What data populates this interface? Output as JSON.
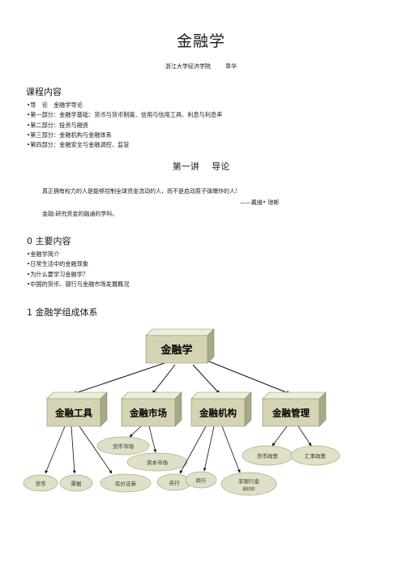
{
  "doc": {
    "title": "金融学",
    "author_school": "浙江大学经济学院",
    "author_name": "章华"
  },
  "course": {
    "heading": "课程内容",
    "items": [
      "•导　论　金融学导论",
      "•第一部分：金融学基础：货币与货币制度、信用与信用工具、利息与利息率",
      "•第二部分：投资与融资",
      "•第三部分：金融机构与金融体系",
      "•第四部分：金融安全与金融调控、监管"
    ]
  },
  "lecture": {
    "number": "第一讲",
    "name": "导论"
  },
  "quote": {
    "text": "真正拥有权力的人是能够控制全球资金流动的人，而不是启动原子弹爆炸的人!",
    "attribution": "——戴维• 琼斯",
    "definition": "金融:研究资金的融通的学科。"
  },
  "section0": {
    "heading": "0  主要内容",
    "items": [
      "•金融学简介",
      "•日常生活中的金融现象",
      "•为什么要学习金融学？",
      "•中国的货币、银行与金融市场发展概况"
    ]
  },
  "section1": {
    "heading": "1  金融学组成体系"
  },
  "diagram": {
    "root": "金融学",
    "branches": [
      "金融工具",
      "金融市场",
      "金融机构",
      "金融管理"
    ],
    "leaves": {
      "money_market": "货币市场",
      "capital_market": "资本市场",
      "currency": "货币",
      "bill": "票据",
      "securities": "有价证券",
      "central_bank": "央行",
      "commercial_bank": "商行",
      "non_bank": "非银行金",
      "non_bank_sub": "融机构",
      "monetary_policy": "货币政策",
      "fx_policy": "汇率政策"
    }
  }
}
